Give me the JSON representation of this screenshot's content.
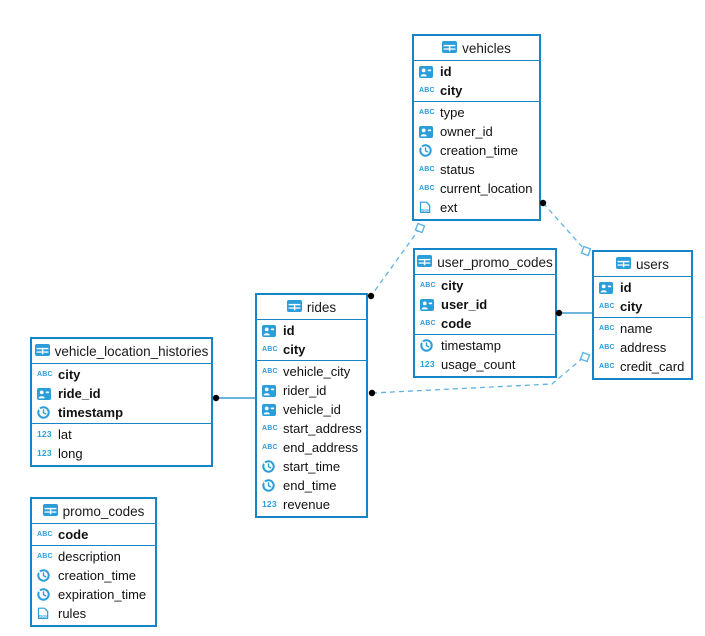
{
  "colors": {
    "accent": "#1486c8",
    "icon_blue": "#2a9ddb",
    "dashed_line": "#5fb3e4",
    "marker_dot": "#000000"
  },
  "icon_names": {
    "id": "badge-id-icon",
    "text": "abc-string-icon",
    "time": "clock-icon",
    "number": "number-123-icon",
    "json": "json-icon",
    "table": "table-grid-icon"
  },
  "tables": [
    {
      "name": "vehicles",
      "columns": [
        {
          "name": "id",
          "type": "id",
          "pk": true
        },
        {
          "name": "city",
          "type": "text",
          "pk": true
        },
        {
          "name": "type",
          "type": "text",
          "pk": false
        },
        {
          "name": "owner_id",
          "type": "id",
          "pk": false
        },
        {
          "name": "creation_time",
          "type": "time",
          "pk": false
        },
        {
          "name": "status",
          "type": "text",
          "pk": false
        },
        {
          "name": "current_location",
          "type": "text",
          "pk": false
        },
        {
          "name": "ext",
          "type": "json",
          "pk": false
        }
      ]
    },
    {
      "name": "user_promo_codes",
      "columns": [
        {
          "name": "city",
          "type": "text",
          "pk": true
        },
        {
          "name": "user_id",
          "type": "id",
          "pk": true
        },
        {
          "name": "code",
          "type": "text",
          "pk": true
        },
        {
          "name": "timestamp",
          "type": "time",
          "pk": false
        },
        {
          "name": "usage_count",
          "type": "number",
          "pk": false
        }
      ]
    },
    {
      "name": "users",
      "columns": [
        {
          "name": "id",
          "type": "id",
          "pk": true
        },
        {
          "name": "city",
          "type": "text",
          "pk": true
        },
        {
          "name": "name",
          "type": "text",
          "pk": false
        },
        {
          "name": "address",
          "type": "text",
          "pk": false
        },
        {
          "name": "credit_card",
          "type": "text",
          "pk": false
        }
      ]
    },
    {
      "name": "rides",
      "columns": [
        {
          "name": "id",
          "type": "id",
          "pk": true
        },
        {
          "name": "city",
          "type": "text",
          "pk": true
        },
        {
          "name": "vehicle_city",
          "type": "text",
          "pk": false
        },
        {
          "name": "rider_id",
          "type": "id",
          "pk": false
        },
        {
          "name": "vehicle_id",
          "type": "id",
          "pk": false
        },
        {
          "name": "start_address",
          "type": "text",
          "pk": false
        },
        {
          "name": "end_address",
          "type": "text",
          "pk": false
        },
        {
          "name": "start_time",
          "type": "time",
          "pk": false
        },
        {
          "name": "end_time",
          "type": "time",
          "pk": false
        },
        {
          "name": "revenue",
          "type": "number",
          "pk": false
        }
      ]
    },
    {
      "name": "vehicle_location_histories",
      "columns": [
        {
          "name": "city",
          "type": "text",
          "pk": true
        },
        {
          "name": "ride_id",
          "type": "id",
          "pk": true
        },
        {
          "name": "timestamp",
          "type": "time",
          "pk": true
        },
        {
          "name": "lat",
          "type": "number",
          "pk": false
        },
        {
          "name": "long",
          "type": "number",
          "pk": false
        }
      ]
    },
    {
      "name": "promo_codes",
      "columns": [
        {
          "name": "code",
          "type": "text",
          "pk": true
        },
        {
          "name": "description",
          "type": "text",
          "pk": false
        },
        {
          "name": "creation_time",
          "type": "time",
          "pk": false
        },
        {
          "name": "expiration_time",
          "type": "time",
          "pk": false
        },
        {
          "name": "rules",
          "type": "json",
          "pk": false
        }
      ]
    }
  ],
  "relations": [
    {
      "from_table": "rides",
      "to_table": "vehicles",
      "line": "dashed",
      "from_marker": "dot",
      "to_marker": "square"
    },
    {
      "from_table": "vehicles",
      "to_table": "users",
      "line": "dashed",
      "from_marker": "dot",
      "to_marker": "square"
    },
    {
      "from_table": "user_promo_codes",
      "to_table": "users",
      "line": "solid",
      "from_marker": "dot",
      "to_marker": "none"
    },
    {
      "from_table": "rides",
      "to_table": "users",
      "line": "dashed",
      "from_marker": "dot",
      "to_marker": "square"
    },
    {
      "from_table": "vehicle_location_histories",
      "to_table": "rides",
      "line": "solid",
      "from_marker": "dot",
      "to_marker": "none"
    }
  ]
}
